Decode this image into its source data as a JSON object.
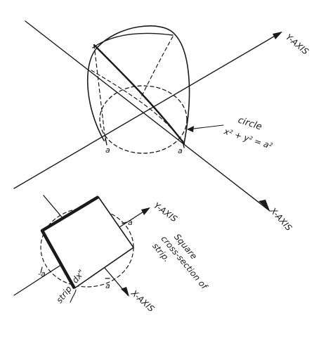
{
  "top": {
    "y_axis_label": "Y-AXIS",
    "x_axis_label": "X-AXIS",
    "a_left": "a",
    "a_right": "a",
    "circle_label": "circle",
    "circle_equation": "x² + y² = a²"
  },
  "bottom": {
    "y_axis_label": "Y-AXIS",
    "x_axis_label": "X-AXIS",
    "a_left": "-a",
    "a_bottom": "a",
    "a_right": "a",
    "caption_lines": [
      "Square",
      "cross-section of",
      "strip."
    ],
    "strip_label": "strip \"dx\""
  }
}
